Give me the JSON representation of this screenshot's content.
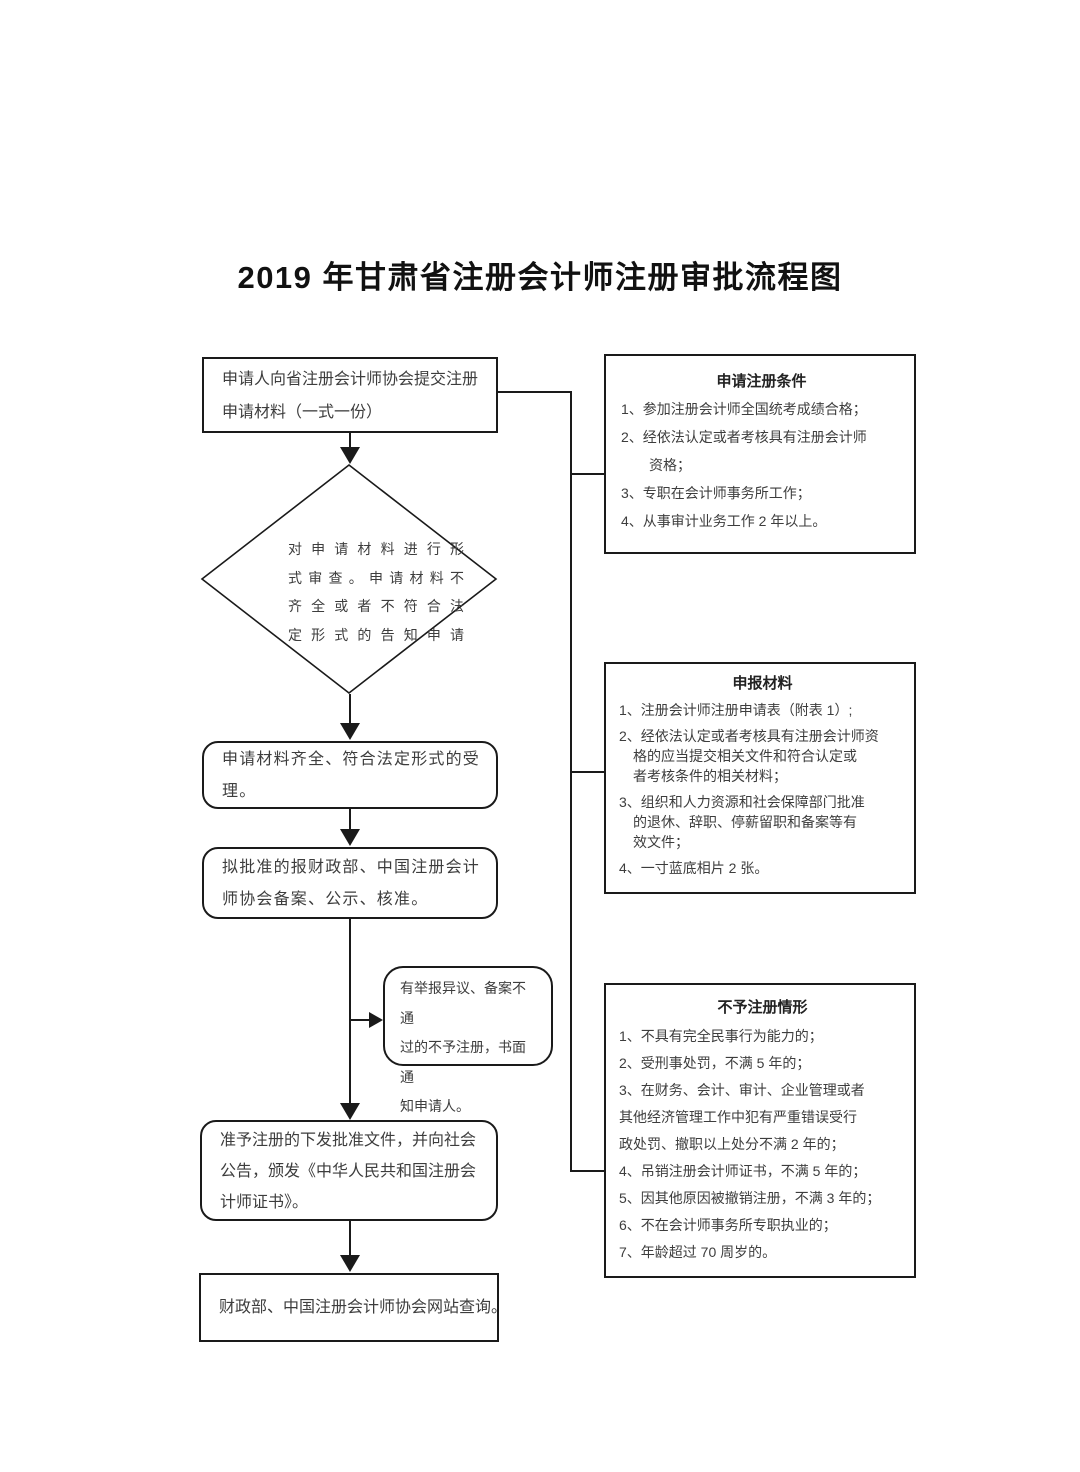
{
  "title": "2019 年甘肃省注册会计师注册审批流程图",
  "colors": {
    "line": "#1a1a1a",
    "text": "#3d3d3d",
    "background": "#ffffff"
  },
  "flow": {
    "step1": "申请人向省注册会计师协会提交注册\n申请材料（一式一份）",
    "decision": "对申请材料进行形\n式审查。申请材料不\n齐全或者不符合法\n定形式的告知申请",
    "step2": "申请材料齐全、符合法定形式的受\n理。",
    "step3": "拟批准的报财政部、中国注册会计\n师协会备案、公示、核准。",
    "side_note": "有举报异议、备案不通\n过的不予注册，书面通\n知申请人。",
    "step4": "准予注册的下发批准文件，并向社会\n公告，颁发《中华人民共和国注册会\n计师证书》。",
    "step5": "财政部、中国注册会计师协会网站查询。"
  },
  "panels": {
    "conditions": {
      "title": "申请注册条件",
      "items": [
        "1、参加注册会计师全国统考成绩合格；",
        "2、经依法认定或者考核具有注册会计师\n　　资格；",
        "3、专职在会计师事务所工作；",
        "4、从事审计业务工作 2 年以上。"
      ]
    },
    "materials": {
      "title": "申报材料",
      "items": [
        "1、注册会计师注册申请表（附表 1）;",
        "2、经依法认定或者考核具有注册会计师资\n　格的应当提交相关文件和符合认定或\n　者考核条件的相关材料；",
        "3、组织和人力资源和社会保障部门批准\n　的退休、辞职、停薪留职和备案等有\n　效文件；",
        "4、一寸蓝底相片 2 张。"
      ]
    },
    "denial": {
      "title": "不予注册情形",
      "items": [
        "1、不具有完全民事行为能力的；",
        "2、受刑事处罚，不满 5 年的；",
        "3、在财务、会计、审计、企业管理或者\n其他经济管理工作中犯有严重错误受行\n政处罚、撤职以上处分不满 2 年的；",
        "4、吊销注册会计师证书，不满 5 年的；",
        "5、因其他原因被撤销注册，不满 3 年的；",
        "6、不在会计师事务所专职执业的；",
        "7、年龄超过 70 周岁的。"
      ]
    }
  }
}
